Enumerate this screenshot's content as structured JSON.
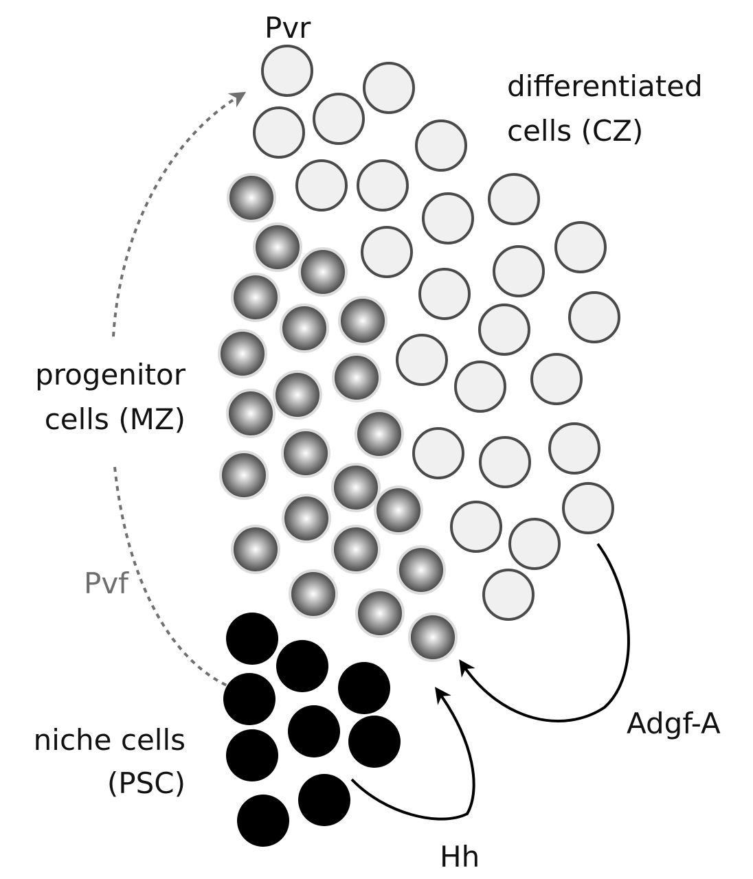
{
  "labels": {
    "pvr": "Pvr",
    "differentiated_line1": "differentiated",
    "differentiated_line2": "cells (CZ)",
    "progenitor_line1": "progenitor",
    "progenitor_line2": "cells (MZ)",
    "pvf": "Pvf",
    "niche_line1": "niche cells",
    "niche_line2": "(PSC)",
    "hh": "Hh",
    "adgf": "Adgf-A"
  },
  "colors": {
    "differentiated_fill": "#f0f0f0",
    "differentiated_stroke": "#4a4a4a",
    "progenitor_dark": "#2e2e2e",
    "progenitor_light": "#ffffff",
    "niche_fill": "#000000",
    "pvf_text": "#6e6e6e",
    "dashed_arrow": "#707070",
    "signal_arrow": "#000000"
  },
  "cell_groups": [
    {
      "name": "differentiated cells",
      "zone": "CZ",
      "count": 25
    },
    {
      "name": "progenitor cells",
      "zone": "MZ",
      "count": 22
    },
    {
      "name": "niche cells",
      "zone": "PSC",
      "count": 9
    }
  ],
  "signals": [
    {
      "name": "Pvf",
      "from": "niche cells",
      "to": "Pvr (differentiated cells)",
      "style": "dashed"
    },
    {
      "name": "Hh",
      "from": "niche cells",
      "to": "progenitor cells",
      "style": "solid"
    },
    {
      "name": "Adgf-A",
      "from": "differentiated cells",
      "to": "progenitor cells",
      "style": "solid"
    }
  ]
}
